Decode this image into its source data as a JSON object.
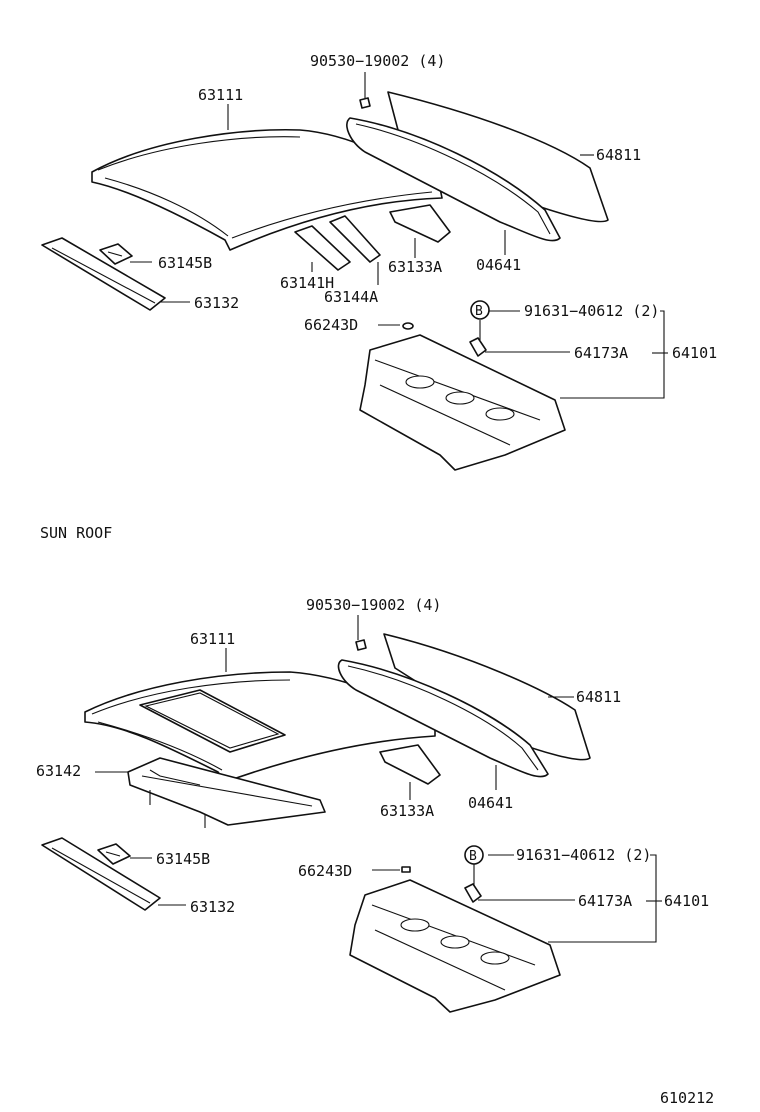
{
  "labels": {
    "top_90530": "90530−19002 (4)",
    "top_63111": "63111",
    "top_64811": "64811",
    "top_04641": "04641",
    "top_63133A": "63133A",
    "top_63141H": "63141H",
    "top_63144A": "63144A",
    "top_63145B": "63145B",
    "top_63132": "63132",
    "top_66243D": "66243D",
    "top_91631": "91631−40612 (2)",
    "top_64173A": "64173A",
    "top_64101": "64101",
    "top_B": "B",
    "section_title": "SUN ROOF",
    "bot_90530": "90530−19002 (4)",
    "bot_63111": "63111",
    "bot_64811": "64811",
    "bot_63142": "63142",
    "bot_63133A": "63133A",
    "bot_04641": "04641",
    "bot_63145B": "63145B",
    "bot_63132": "63132",
    "bot_66243D": "66243D",
    "bot_91631": "91631−40612 (2)",
    "bot_64173A": "64173A",
    "bot_64101": "64101",
    "bot_B": "B",
    "figure_code": "610212"
  },
  "colors": {
    "line": "#111111",
    "background": "#ffffff"
  }
}
